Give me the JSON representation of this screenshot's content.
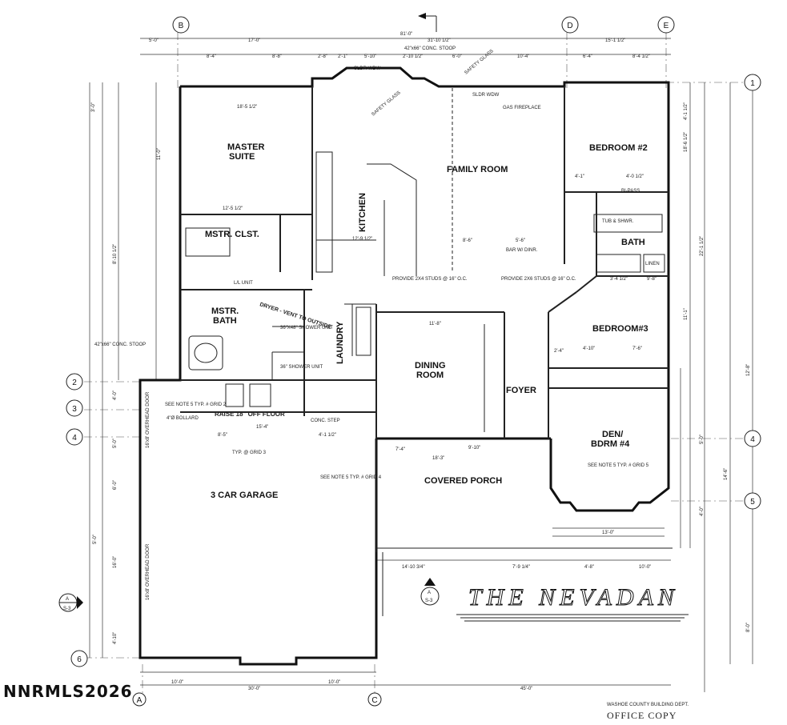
{
  "plan": {
    "title": "THE NEVADAN",
    "watermark": "NNRMLS2026",
    "stamp": {
      "line1": "WASHOE COUNTY BUILDING DEPT.",
      "line2": "OFFICE COPY"
    }
  },
  "rooms": {
    "master_suite": [
      "MASTER",
      "SUITE"
    ],
    "master_closet": "MSTR. CLST.",
    "master_bath": [
      "MSTR.",
      "BATH"
    ],
    "kitchen": "KITCHEN",
    "family_room": "FAMILY ROOM",
    "bedroom2": "BEDROOM #2",
    "bath": "BATH",
    "bedroom3": "BEDROOM#3",
    "laundry": "LAUNDRY",
    "dining_room": [
      "DINING",
      "ROOM"
    ],
    "foyer": "FOYER",
    "den": [
      "DEN/",
      "BDRM #4"
    ],
    "covered_porch": "COVERED PORCH",
    "garage": "3 CAR GARAGE"
  },
  "notes": {
    "dryer_vent": "DRYER - VENT TO OUTSIDE",
    "raise_floor": "RAISE 18\" OFF FLOOR",
    "bollard": "4\"Ø BOLLARD",
    "conc_step": "CONC. STEP",
    "see_note_grid2": "SEE NOTE 5 TYP. # GRID 2",
    "see_note_grid4": "SEE NOTE 5 TYP. # GRID 4",
    "see_note_grid5": "SEE NOTE 5 TYP. # GRID 5",
    "gas_fireplace": "GAS FIREPLACE",
    "bar_dinr": "BAR W/ DINR.",
    "provide_2x4": "PROVIDE 2X4 STUDS @ 16\" O.C.",
    "provide_2x6": "PROVIDE 2X6 STUDS @ 16\" O.C.",
    "conc_stoop": "42\"x66\" CONC. STOOP",
    "typ_grid3": "TYP. @ GRID 3",
    "safety_glass": "SAFETY GLASS",
    "entry_glass": "SAFETY GLASS",
    "sldr_wdw": "SLDR WDW",
    "overhead_door_top": "16'x8' OVERHEAD DOOR",
    "overhead_door_bot": "16'x8' OVERHEAD DOOR",
    "tub_shwr": "TUB & SHWR.",
    "linen": "LINEN",
    "bi_pass": "BI-PASS",
    "shower_unit": "36\"X48\" SHOWER UNIT",
    "shower_unit2": "36\" SHOWER UNIT",
    "laundry_unit": "L/L UNIT"
  },
  "dimensions": {
    "overall_top": "81'-0\"",
    "overall_bottom": "30'-0\"",
    "overall_bottom_right": "45'-0\"",
    "top_row": [
      "5'-0\"",
      "17'-0\"",
      "31'-10 1/2\"",
      "15'-1 1/2\""
    ],
    "top_sub": [
      "8'-4\"",
      "8'-8\"",
      "2'-8\"",
      "2'-1\"",
      "5'-10\"",
      "2'-10 1/2\"",
      "6'-0\"",
      "10'-4\"",
      "6'-4\"",
      "8'-4 1/2\""
    ],
    "bottom_sub": [
      "10'-0\"",
      "10'-0\""
    ],
    "porch_row": [
      "14'-10 3/4\"",
      "7'-9 1/4\"",
      "4'-8\"",
      "10'-0\""
    ],
    "interior": [
      "12'-5 1/2\"",
      "12'-9 1/2\"",
      "18'-5 1/2\"",
      "4'-1\"",
      "4'-0 1/2\"",
      "3'-4 1/2\"",
      "9'-8\"",
      "4'-10\"",
      "7'-6\"",
      "11'-8\"",
      "4'-1 1/2\"",
      "8'-5\"",
      "15'-4\"",
      "9'-10\"",
      "18'-3\"",
      "7'-4\"",
      "13'-0\"",
      "2'-4\"",
      "8'-6\"",
      "5'-6\""
    ],
    "left_side": [
      "3'-0\"",
      "11'-0\"",
      "8'-10 1/2\"",
      "5'-0\"",
      "4'-0\"",
      "6'-0\"",
      "5'-0\"",
      "16'-0\"",
      "4'-10\""
    ],
    "right_side": [
      "4'-1 1/2\"",
      "18'-6 1/2\"",
      "22'-1 1/2\"",
      "11'-1\"",
      "12'-8\"",
      "14'-6\"",
      "5'-0\"",
      "4'-0\"",
      "8'-0\""
    ]
  },
  "grid": {
    "top": [
      "B",
      "D",
      "E"
    ],
    "left": [
      "2",
      "3",
      "4",
      "6"
    ],
    "right": [
      "1",
      "4",
      "5"
    ],
    "bottom": [
      "A",
      "C"
    ]
  },
  "section_marker": {
    "letter": "A",
    "sheet": "S-3"
  }
}
